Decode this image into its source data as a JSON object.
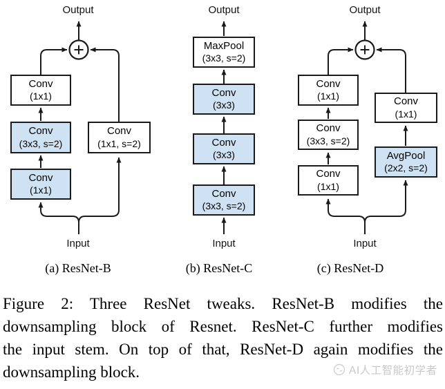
{
  "colors": {
    "box_blue": "#cfe2f3",
    "box_white": "#ffffff",
    "line": "#1a1a1a",
    "watermark_gray": "#c8c8c8"
  },
  "panels": [
    {
      "caption": "(a) ResNet-B",
      "output_label": "Output",
      "input_label": "Input",
      "plus_label": "+",
      "boxes": [
        {
          "line1": "Conv",
          "line2": "(1x1)"
        },
        {
          "line1": "Conv",
          "line2": "(3x3, s=2)"
        },
        {
          "line1": "Conv",
          "line2": "(1x1)"
        },
        {
          "line1": "Conv",
          "line2": "(1x1, s=2)"
        }
      ]
    },
    {
      "caption": "(b) ResNet-C",
      "output_label": "Output",
      "input_label": "Input",
      "boxes": [
        {
          "line1": "MaxPool",
          "line2": "(3x3, s=2)"
        },
        {
          "line1": "Conv",
          "line2": "(3x3)"
        },
        {
          "line1": "Conv",
          "line2": "(3x3)"
        },
        {
          "line1": "Conv",
          "line2": "(3x3, s=2)"
        }
      ]
    },
    {
      "caption": "(c) ResNet-D",
      "output_label": "Output",
      "input_label": "Input",
      "plus_label": "+",
      "boxes": [
        {
          "line1": "Conv",
          "line2": "(1x1)"
        },
        {
          "line1": "Conv",
          "line2": "(3x3, s=2)"
        },
        {
          "line1": "Conv",
          "line2": "(1x1)"
        },
        {
          "line1": "Conv",
          "line2": "(1x1)"
        },
        {
          "line1": "AvgPool",
          "line2": "(2x2, s=2)"
        }
      ]
    }
  ],
  "figure_caption": {
    "lines": [
      "Figure 2: Three ResNet tweaks. ResNet-B modifies the",
      "downsampling block of Resnet. ResNet-C further modifies",
      "the input stem. On top of that, ResNet-D again modifies the",
      "downsampling block."
    ]
  },
  "watermark": {
    "text": "AI人工智能初学者"
  }
}
